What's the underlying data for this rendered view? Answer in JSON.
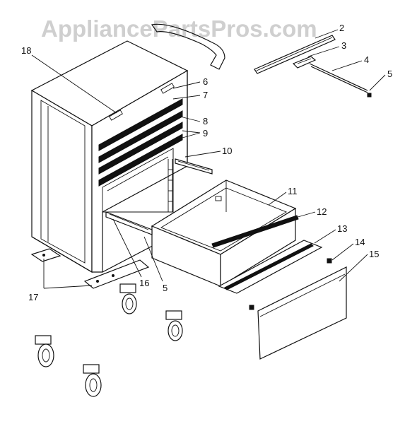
{
  "watermark": "AppliancePartsPros.com",
  "callouts": {
    "c2": "2",
    "c3": "3",
    "c4": "4",
    "c5a": "5",
    "c6": "6",
    "c7": "7",
    "c8": "8",
    "c9": "9",
    "c10": "10",
    "c11": "11",
    "c12": "12",
    "c13": "13",
    "c14": "14",
    "c15": "15",
    "c16": "16",
    "c5b": "5",
    "c17": "17",
    "c18": "18"
  }
}
